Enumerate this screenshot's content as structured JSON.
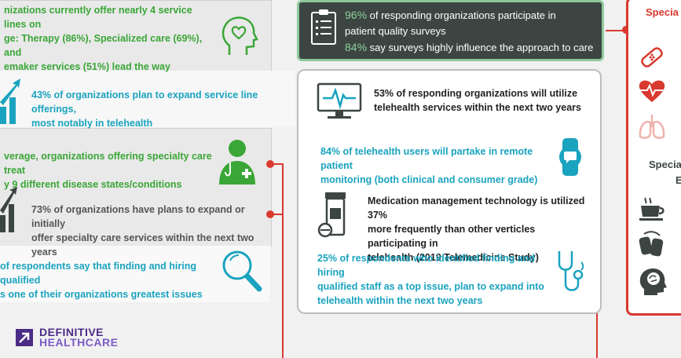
{
  "left": {
    "stat1": {
      "line1": "nizations currently offer nearly 4 service lines on",
      "line2": "ge: Therapy (86%), Specialized care (69%), and",
      "line3": "emaker services (51%) lead the way"
    },
    "stat2": {
      "line1": "43% of organizations plan to expand service line offerings,",
      "line2": "most notably in telehealth"
    },
    "stat3": {
      "line1": "verage, organizations offering specialty care treat",
      "line2": "y 9 different disease states/conditions"
    },
    "stat4": {
      "line1": "73% of organizations have plans to expand or initially",
      "line2": "offer specialty care services within the next two years"
    },
    "stat5": {
      "line1": "of respondents say that finding and hiring qualified",
      "line2": "s one of their organizations greatest issues"
    }
  },
  "survey": {
    "pct1": "96%",
    "line1": " of responding organizations participate in",
    "line2": "patient quality surveys",
    "pct2": "84%",
    "line3": " say surveys highly influence the approach to care"
  },
  "middle": {
    "stat1": {
      "line1": "53% of responding organizations will utilize",
      "line2": "telehealth services within the next two years"
    },
    "stat2": {
      "line1": "84% of telehealth users will partake in remote patient",
      "line2": "monitoring (both clinical and consumer grade)"
    },
    "stat3": {
      "line1": "Medication management technology is utilized 37%",
      "line2": "more frequently than other verticles participating in",
      "line3": "telehealth (2019 Telemedicine Study)"
    },
    "stat4": {
      "line1": "25% of respondents who identified finding and hiring",
      "line2": "qualified staff as a top issue, plan to expand into",
      "line3": "telehealth within the next two years"
    }
  },
  "right": {
    "heading1": "Specia",
    "heading2": "Specia",
    "heading3": "E"
  },
  "brand": {
    "line1": "DEFINITIVE",
    "line2": "HEALTHCARE"
  },
  "colors": {
    "green": "#3aa637",
    "blue": "#1aa3bf",
    "red": "#d9392f",
    "purple": "#4b2b86"
  }
}
